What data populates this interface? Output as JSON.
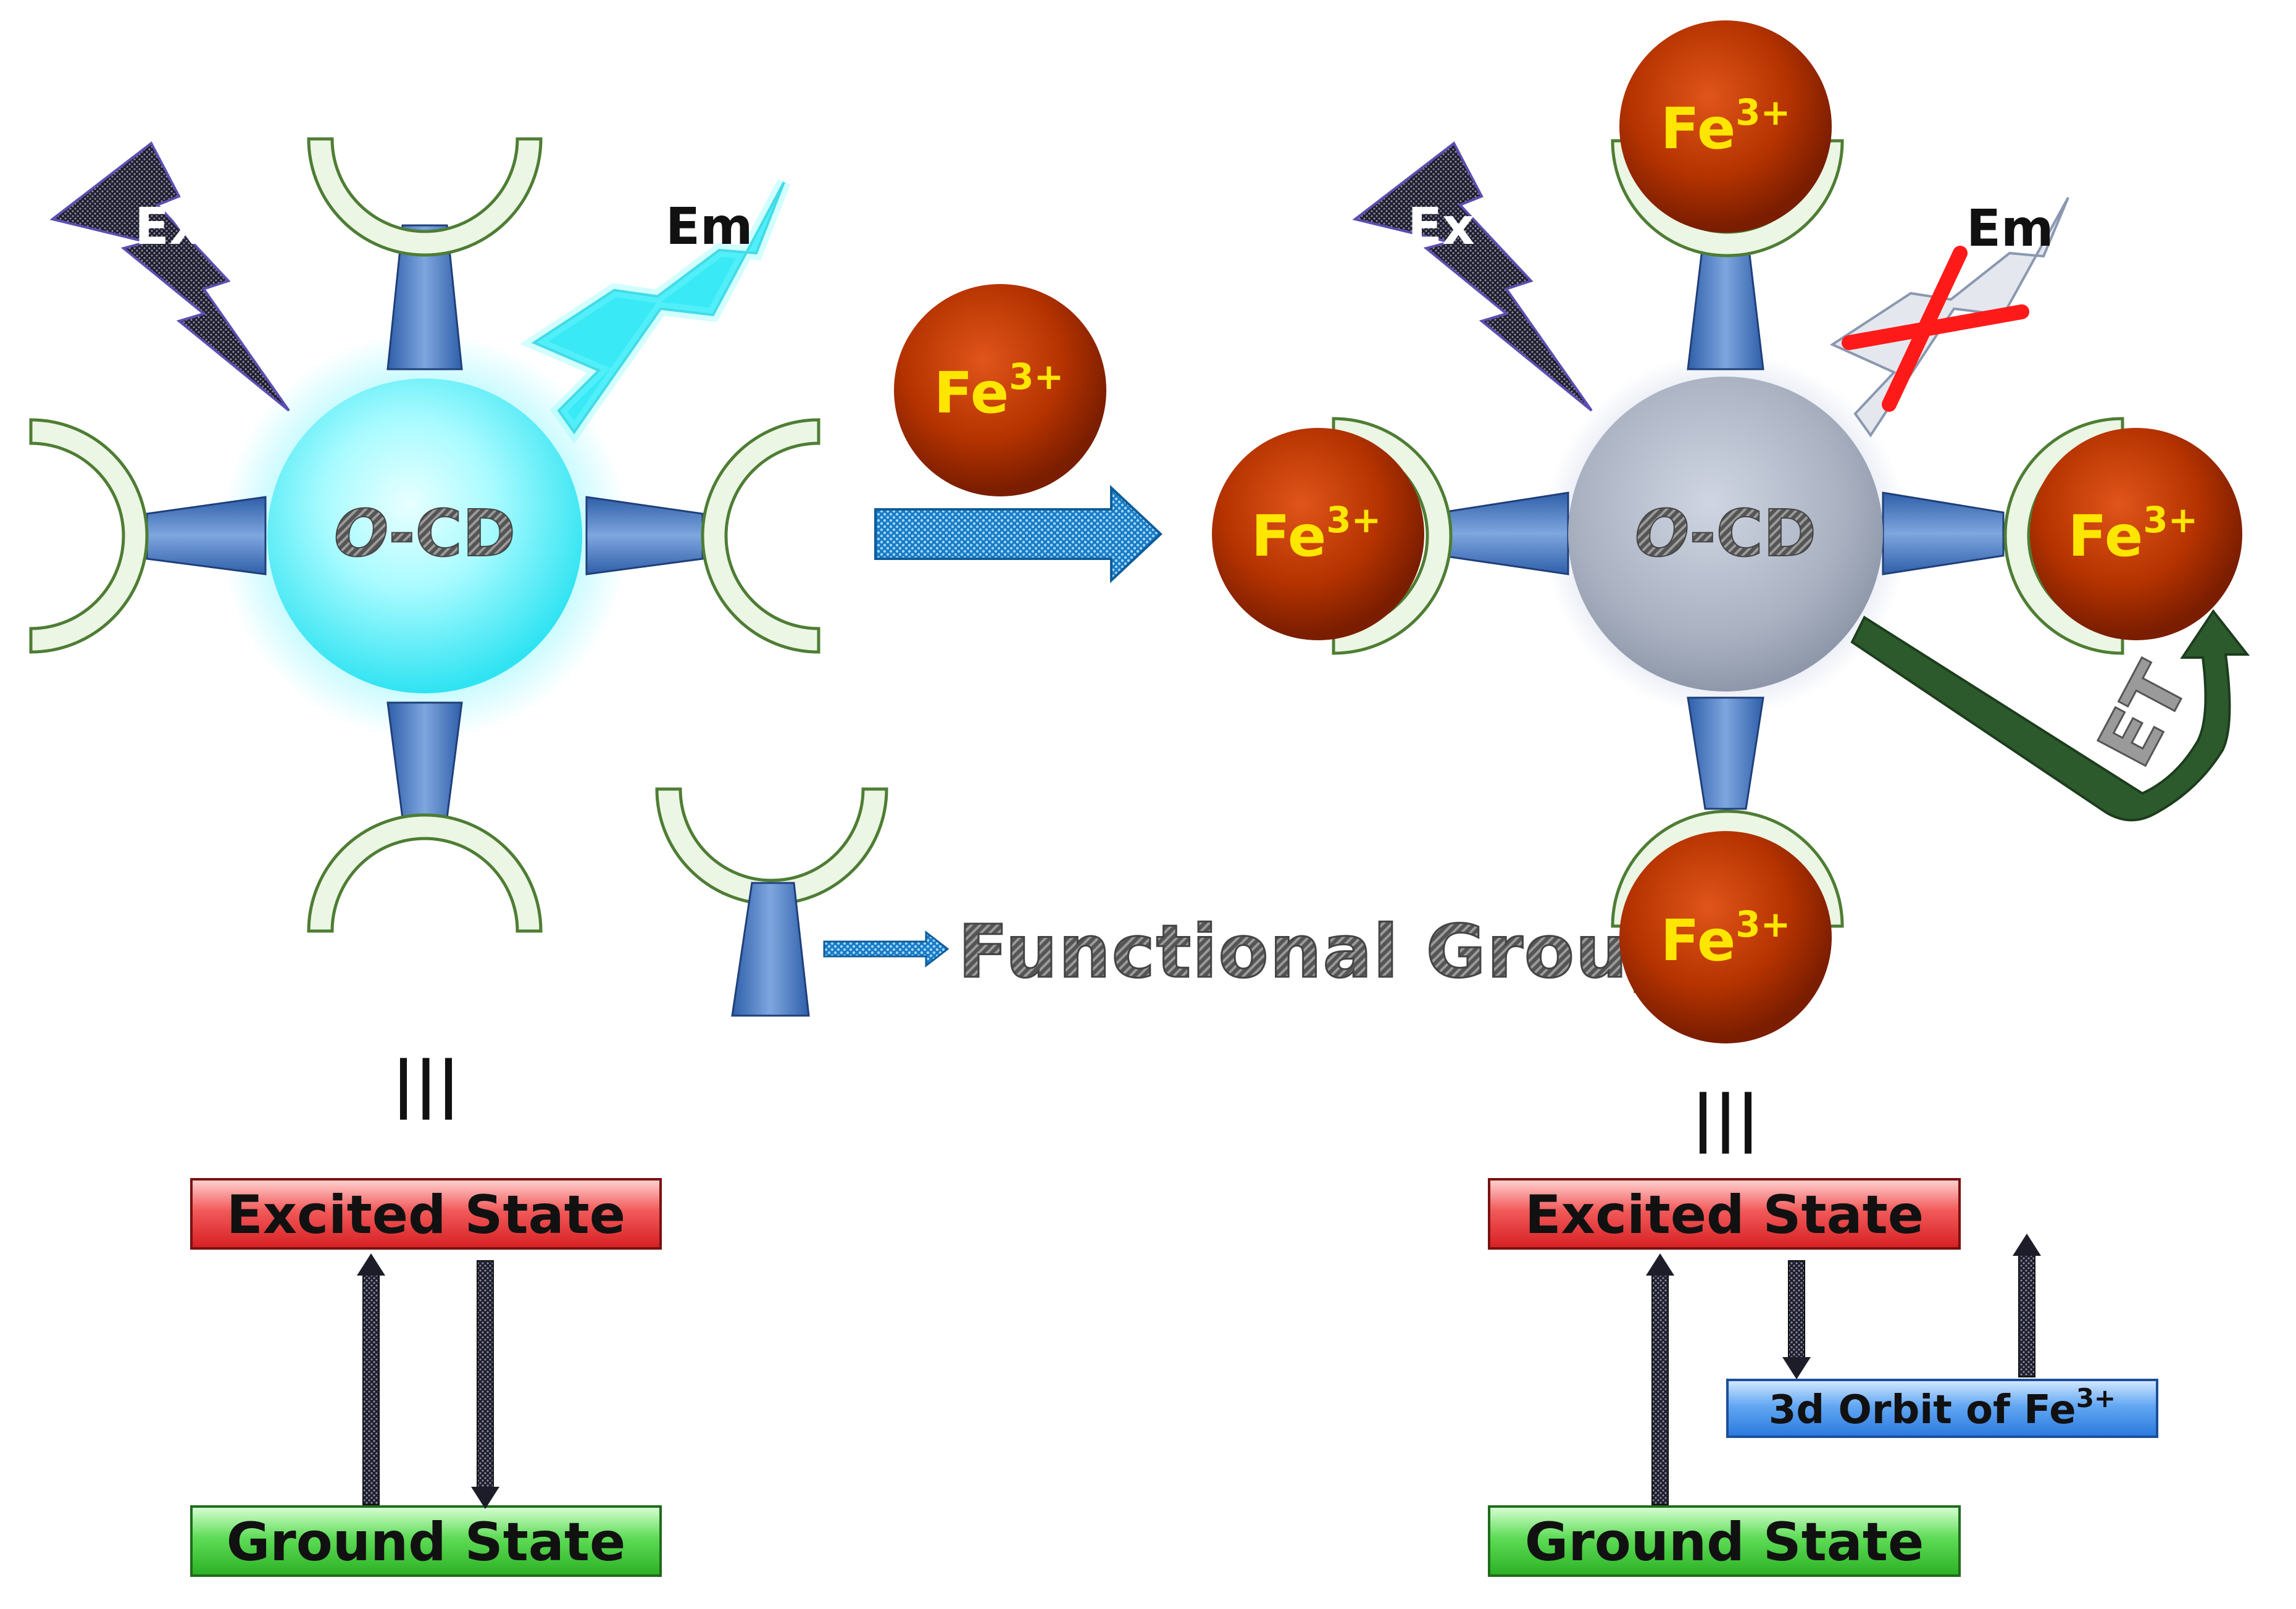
{
  "labels": {
    "ex": "Ex",
    "em": "Em",
    "cd_prefix": "O",
    "cd_suffix": "-CD",
    "fe_base": "Fe",
    "fe_charge": "3+",
    "functional_group": "Functional Group",
    "et": "ET",
    "equals": "|||"
  },
  "left_diagram": {
    "excited": "Excited State",
    "ground": "Ground State"
  },
  "right_diagram": {
    "excited": "Excited State",
    "ground": "Ground State",
    "orbit_base": "3d Orbit of Fe",
    "orbit_charge": "3+"
  },
  "colors": {
    "excited_state": "#e8393d",
    "ground_state": "#3fc53a",
    "orbit_box": "#3d8ae6",
    "fluorescent_core": "#3ff3ff",
    "quenched_core": "#aab2c2",
    "fe_ion": "#b53300",
    "fe_label": "#ffe600",
    "lightning_ex": "#3c1d6e",
    "lightning_em": "#18ecf6",
    "quench_cross": "#ff1a1a",
    "et_arrow": "#2c5a2c"
  }
}
